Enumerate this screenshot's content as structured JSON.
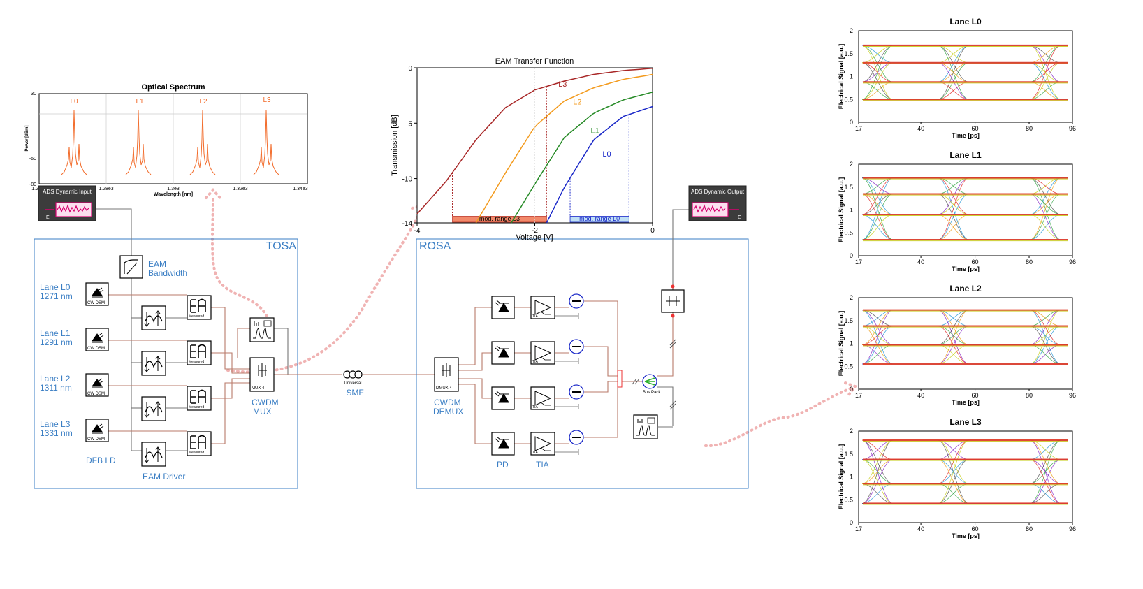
{
  "tosa": {
    "title": "TOSA",
    "lanes": [
      {
        "name": "Lane L0",
        "wl": "1271 nm"
      },
      {
        "name": "Lane L1",
        "wl": "1291 nm"
      },
      {
        "name": "Lane L2",
        "wl": "1311 nm"
      },
      {
        "name": "Lane L3",
        "wl": "1331 nm"
      }
    ],
    "dfb_label": "DFB LD",
    "driver_label": "EAM Driver",
    "eam_bw_line1": "EAM",
    "eam_bw_line2": "Bandwidth",
    "mux_line1": "CWDM",
    "mux_line2": "MUX",
    "mux_tag": "MUX 4",
    "cw_tag": "CW DSM",
    "ea_tag": "Measured"
  },
  "rosa": {
    "title": "ROSA",
    "demux_line1": "CWDM",
    "demux_line2": "DEMUX",
    "demux_tag": "DMUX 4",
    "pd_label": "PD",
    "tia_label": "TIA",
    "tia_tag": "TIA",
    "bus_tag": "Bus Pack"
  },
  "fiber": {
    "label": "SMF",
    "tag": "Universal"
  },
  "ads_input": {
    "title": "ADS Dynamic Input",
    "port": "E"
  },
  "ads_output": {
    "title": "ADS Dynamic Output",
    "port": "E"
  },
  "spectrum": {
    "title": "Optical Spectrum",
    "xlabel": "Wavelength [nm]",
    "ylabel": "Power [dBm]",
    "yticks": [
      "30",
      "-50",
      "-80"
    ],
    "xticks": [
      "1.26e3",
      "1.28e3",
      "1.3e3",
      "1.32e3",
      "1.34e3"
    ],
    "peak_labels": [
      "L0",
      "L1",
      "L2",
      "L3"
    ],
    "color": "#f26b2a"
  },
  "chart_data": [
    {
      "type": "line",
      "title": "EAM Transfer Function",
      "xlabel": "Voltage [V]",
      "ylabel": "Transmission [dB]",
      "xlim": [
        -4,
        0
      ],
      "ylim": [
        -14,
        0
      ],
      "xticks": [
        "-4",
        "-2",
        "0"
      ],
      "yticks": [
        "0",
        "-5",
        "-10",
        "-14"
      ],
      "series": [
        {
          "name": "L3",
          "color": "#a82626",
          "x": [
            -4,
            -3.5,
            -3,
            -2.5,
            -2,
            -1.5,
            -1,
            -0.5,
            0
          ],
          "y": [
            -13.2,
            -10.2,
            -6.5,
            -3.6,
            -2.0,
            -1.2,
            -0.6,
            -0.25,
            -0.05
          ]
        },
        {
          "name": "L2",
          "color": "#f39a1c",
          "x": [
            -3,
            -2.5,
            -2,
            -1.5,
            -1,
            -0.5,
            0
          ],
          "y": [
            -14,
            -9.5,
            -5.3,
            -3.0,
            -1.8,
            -1.05,
            -0.6
          ]
        },
        {
          "name": "L1",
          "color": "#258a25",
          "x": [
            -2.4,
            -2,
            -1.5,
            -1,
            -0.5,
            0
          ],
          "y": [
            -14,
            -10.5,
            -6.3,
            -4.1,
            -2.9,
            -2.2
          ]
        },
        {
          "name": "L0",
          "color": "#1a28c8",
          "x": [
            -1.8,
            -1.5,
            -1,
            -0.5,
            0
          ],
          "y": [
            -14,
            -10.8,
            -6.5,
            -4.4,
            -3.5
          ]
        }
      ],
      "ranges": [
        {
          "label": "mod. range L3",
          "x0": -3.4,
          "x1": -1.8,
          "fill": "#f2896a",
          "stroke": "#c0392b",
          "text": "#000"
        },
        {
          "label": "mod. range L0",
          "x0": -1.4,
          "x1": -0.4,
          "fill": "#bfe0f5",
          "stroke": "#1a28c8",
          "text": "#1a28c8"
        }
      ]
    },
    {
      "type": "line",
      "title": "Lane L0",
      "xlabel": "Time [ps]",
      "ylabel": "Electrical Signal [a.u.]",
      "xticks": [
        "17",
        "40",
        "60",
        "80",
        "96"
      ],
      "yticks": [
        "2",
        "1.5",
        "1",
        "0.5",
        "0"
      ],
      "xlim": [
        17,
        96
      ],
      "ylim": [
        0,
        2
      ],
      "levels": [
        0.5,
        0.88,
        1.3,
        1.68
      ]
    },
    {
      "type": "line",
      "title": "Lane L1",
      "xlabel": "Time [ps]",
      "ylabel": "Electrical Signal [a.u.]",
      "xticks": [
        "17",
        "40",
        "60",
        "80",
        "96"
      ],
      "yticks": [
        "2",
        "1.5",
        "1",
        "0.5",
        "0"
      ],
      "xlim": [
        17,
        96
      ],
      "ylim": [
        0,
        2
      ],
      "levels": [
        0.35,
        0.9,
        1.35,
        1.7
      ]
    },
    {
      "type": "line",
      "title": "Lane L2",
      "xlabel": "Time [ps]",
      "ylabel": "Electrical Signal [a.u.]",
      "xticks": [
        "17",
        "40",
        "60",
        "80",
        "96"
      ],
      "yticks": [
        "2",
        "1.5",
        "1",
        "0.5",
        "0"
      ],
      "xlim": [
        17,
        96
      ],
      "ylim": [
        0,
        2
      ],
      "levels": [
        0.55,
        0.97,
        1.38,
        1.73
      ]
    },
    {
      "type": "line",
      "title": "Lane L3",
      "xlabel": "Time [ps]",
      "ylabel": "Electrical Signal [a.u.]",
      "xticks": [
        "17",
        "40",
        "60",
        "80",
        "96"
      ],
      "yticks": [
        "2",
        "1.5",
        "1",
        "0.5",
        "0"
      ],
      "xlim": [
        17,
        96
      ],
      "ylim": [
        0,
        2
      ],
      "levels": [
        0.42,
        0.85,
        1.38,
        1.8
      ]
    }
  ]
}
